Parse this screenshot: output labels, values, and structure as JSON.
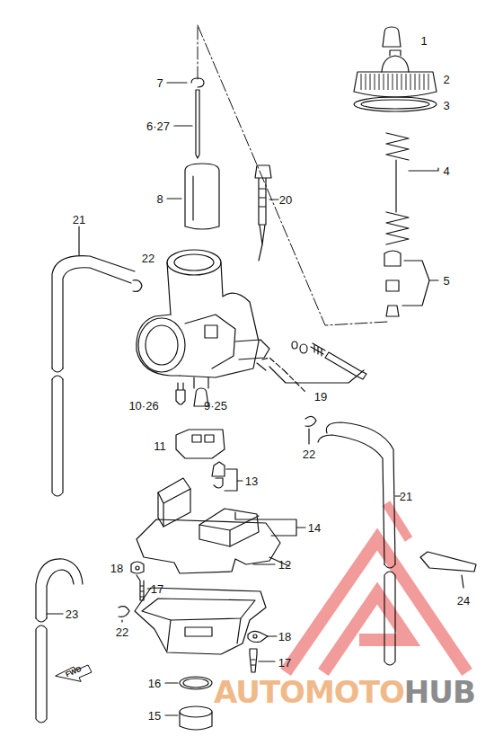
{
  "diagram": {
    "labels": [
      "1",
      "2",
      "3",
      "4",
      "5",
      "7",
      "6·27",
      "8",
      "20",
      "21",
      "22",
      "19",
      "10·26",
      "9·25",
      "11",
      "22",
      "13",
      "14",
      "21",
      "12",
      "18",
      "17",
      "23",
      "22",
      "24",
      "18",
      "17",
      "16",
      "15",
      "FWD",
      "AUTOMOTO",
      "HUB"
    ]
  }
}
